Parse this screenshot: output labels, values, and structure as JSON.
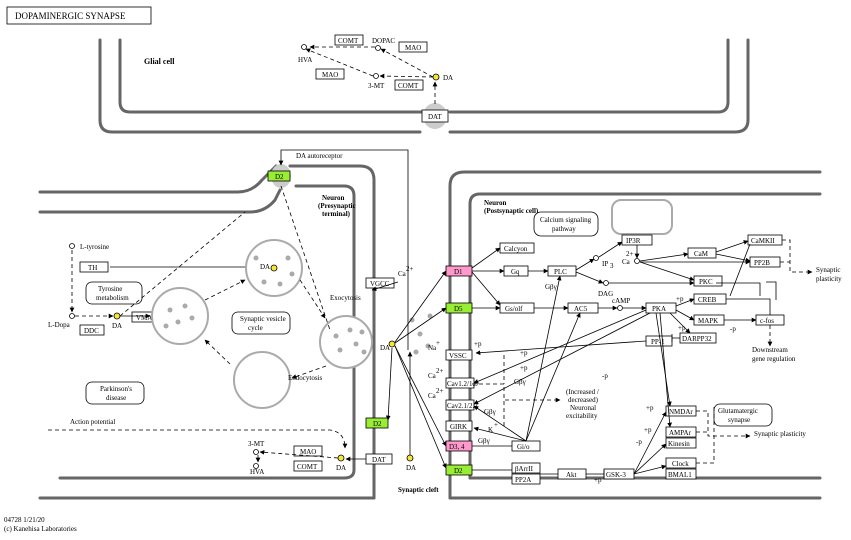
{
  "title": "DOPAMINERGIC SYNAPSE",
  "footer": {
    "line1": "04728 1/21/20",
    "line2": "(c) Kanehisa Laboratories"
  },
  "regions": {
    "glial": "Glial cell",
    "pre": [
      "Neuron",
      "(Presynaptic",
      "terminal)"
    ],
    "post": [
      "Neuron",
      "(Postsynaptic cell)"
    ],
    "cleft": "Synaptic cleft"
  },
  "glial": {
    "hva": "HVA",
    "comt1": "COMT",
    "dopac": "DOPAC",
    "mao1": "MAO",
    "mao2": "MAO",
    "mt": "3-MT",
    "comt2": "COMT",
    "da": "DA",
    "dat": "DAT"
  },
  "pre": {
    "d2_auto": "D2",
    "autoreceptor": "DA autoreceptor",
    "ltyrosine": "L-tyrosine",
    "th": "TH",
    "tyrosine_metabolism": [
      "Tyrosine",
      "metabolism"
    ],
    "ldopa": "L-Dopa",
    "ddc": "DDC",
    "da1": "DA",
    "vmat": "VMAT",
    "da2": "DA",
    "vesicle_cycle": [
      "Synaptic vesicle",
      "cycle"
    ],
    "exocytosis": "Exocytosis",
    "endocytosis": "Endocytosis",
    "parkinsons": [
      "Parkinson's",
      "disease"
    ],
    "action_potential": "Action potential",
    "mt": "3-MT",
    "hva": "HVA",
    "mao": "MAO",
    "comt": "COMT",
    "da3": "DA",
    "dat": "DAT",
    "da4": "DA",
    "d2_lower": "D2",
    "vgcc": "VGCC",
    "ca": "Ca",
    "ca_sup": "2+",
    "da_cleft": "DA"
  },
  "post": {
    "d1": "D1",
    "d5": "D5",
    "d34": "D3, 4",
    "d2": "D2",
    "calcium_pathway": [
      "Calcium signaling",
      "pathway"
    ],
    "calcyon": "Calcyon",
    "gq": "Gq",
    "plc": "PLC",
    "gbg1": "Gβγ",
    "ip3": "IP",
    "ip3_sub": "3",
    "ip3r": "IP3R",
    "ca": "Ca",
    "ca_sup": "2+",
    "camk2": "CaMKII",
    "cam": "CaM",
    "pp2b": "PP2B",
    "synaptic_plasticity": [
      "Synaptic",
      "plasticity"
    ],
    "pkc": "PKC",
    "dag": "DAG",
    "gsolf": "Gs/olf",
    "ac5": "AC5",
    "camp": "cAMP",
    "pka": "PKA",
    "creb": "CREB",
    "mapk": "MAPK",
    "cfos": "c-fos",
    "darpp32": "DARPP32",
    "pp1": "PP-1",
    "downstream": [
      "Downstream",
      "gene regulation"
    ],
    "na": "Na",
    "na_sup": "+",
    "vssc": "VSSC",
    "cav13": "Cav1.2/1.3",
    "cav22": "Cav2.1/2.2",
    "girk": "GIRK",
    "k": "K",
    "k_sup": "+",
    "gbg2": "Gβγ",
    "gbg3": "Gβγ",
    "gbg4": "Gβγ",
    "gio": "Gi/o",
    "increased": [
      "(Increased /",
      "decreased)",
      "Neuronal",
      "excitability"
    ],
    "nmdar": "NMDAr",
    "ampar": "AMPAr",
    "kinesin": "Kinesin",
    "glutamatergic": [
      "Glutamatergic",
      "synapse"
    ],
    "plasticity2": "Synaptic plasticity",
    "barr": "βArrII",
    "pp2a": "PP2A",
    "akt": "Akt",
    "gsk3": "GSK-3",
    "clock": "Clock",
    "bmal1": "BMAL1",
    "plus": "+p",
    "minus": "-p"
  }
}
